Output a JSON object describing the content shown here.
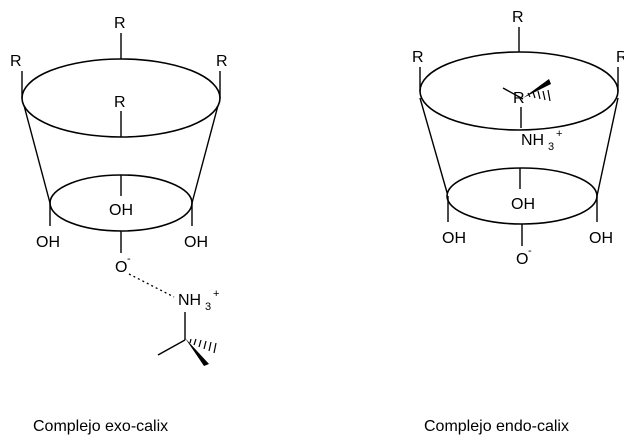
{
  "exo": {
    "substituent": "R",
    "hydroxyl": "OH",
    "oxide_o": "O",
    "oxide_charge": "-",
    "ammonium_nh": "NH",
    "ammonium_sub": "3",
    "ammonium_charge": "+",
    "caption": "Complejo exo-calix"
  },
  "endo": {
    "substituent": "R",
    "hydroxyl": "OH",
    "oxide_o": "O",
    "oxide_charge": "-",
    "ammonium_nh": "NH",
    "ammonium_sub": "3",
    "ammonium_charge": "+",
    "caption": "Complejo endo-calix"
  }
}
